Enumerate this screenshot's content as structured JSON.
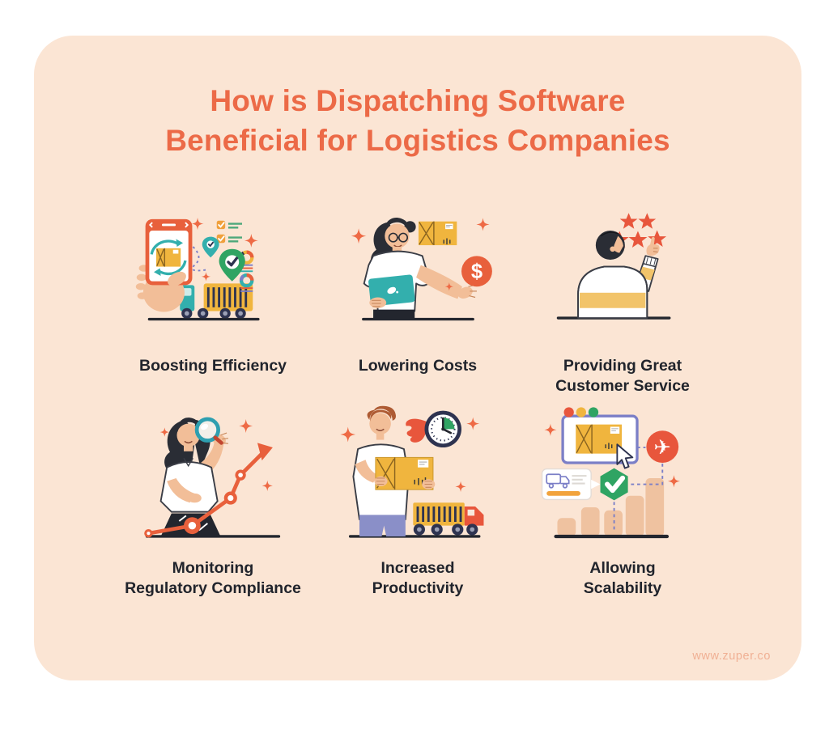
{
  "title": {
    "line1": "How is Dispatching Software",
    "line2": "Beneficial for Logistics Companies"
  },
  "items": [
    {
      "id": "boosting-efficiency",
      "label": "Boosting Efficiency",
      "icons": [
        "hand-phone-icon",
        "package-sync-icon",
        "checklist-icon",
        "location-pin-check-icon",
        "donut-charts-icon",
        "delivery-truck-icon",
        "sparkle-icon"
      ]
    },
    {
      "id": "lowering-costs",
      "label": "Lowering Costs",
      "icons": [
        "woman-with-laptop-icon",
        "package-icon",
        "dollar-coin-icon",
        "sparkle-icon"
      ]
    },
    {
      "id": "providing-great-customer-service",
      "label": "Providing Great\nCustomer Service",
      "icons": [
        "man-giving-rating-icon",
        "rating-stars-icon"
      ]
    },
    {
      "id": "monitoring-regulatory-compliance",
      "label": "Monitoring\nRegulatory Compliance",
      "icons": [
        "woman-with-magnifier-icon",
        "magnifier-icon",
        "growth-line-chart-icon",
        "sparkle-icon"
      ]
    },
    {
      "id": "increased-productivity",
      "label": "Increased\nProductivity",
      "icons": [
        "man-carrying-box-icon",
        "stopwatch-icon",
        "flame-icon",
        "delivery-truck-icon",
        "sparkle-icon"
      ]
    },
    {
      "id": "allowing-scalability",
      "label": "Allowing\nScalability",
      "icons": [
        "browser-package-icon",
        "cursor-icon",
        "plane-badge-icon",
        "hexagon-check-icon",
        "truck-note-bubble-icon",
        "bar-chart-icon",
        "sparkle-icon"
      ]
    }
  ],
  "footer": {
    "url": "www.zuper.co"
  },
  "colors": {
    "page_background": "#FFFFFF",
    "card_background": "#FBE5D4",
    "title": "#EC6A47",
    "label": "#21242C",
    "accent": "#E8603C",
    "yellow": "#F0B53E",
    "teal": "#33AFAD",
    "green": "#2FA463",
    "navy": "#2E3350",
    "skin": "#F2BE98",
    "periwinkle": "#7B7FC7",
    "bar_peach": "#EFC2A0",
    "url_text": "#F0B094"
  }
}
